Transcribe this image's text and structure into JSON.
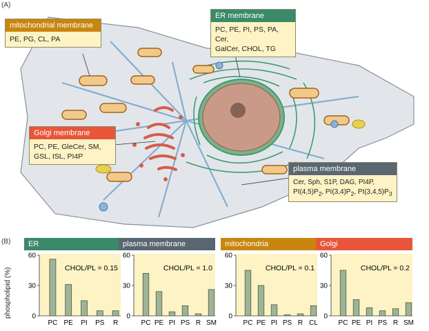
{
  "panel_a_label": "(A)",
  "panel_b_label": "(B)",
  "callouts": {
    "mito": {
      "title": "mitochondrial membrane",
      "lines": [
        "PE, PG, CL, PA"
      ],
      "color": "#c8860e"
    },
    "er": {
      "title": "ER membrane",
      "lines": [
        "PC, PE, PI, PS, PA, Cer,",
        "GalCer, CHOL, TG"
      ],
      "color": "#3a8a6a"
    },
    "golgi": {
      "title": "Golgi membrane",
      "lines": [
        "PC, PE, GleCer, SM,",
        "GSL, ISL, PI4P"
      ],
      "color": "#e8563a"
    },
    "plasma": {
      "title": "plasma membrane",
      "line1": "Cer, Sph, S1P, DAG, PI4P,",
      "line2_html": "PI(4,5)P<sub>2</sub>, PI(3,4)P<sub>2</sub>, PI(3,4,5)P<sub>3</sub>",
      "color": "#5a6670"
    }
  },
  "y_axis_title": "phospholipid (%)",
  "chart_data": [
    {
      "type": "bar",
      "title": "ER",
      "color": "#3a8a6a",
      "annotation": "CHOL/PL = 0.15",
      "categories": [
        "PC",
        "PE",
        "PI",
        "PS",
        "R"
      ],
      "values": [
        56,
        31,
        15,
        5,
        5
      ],
      "ylim": [
        0,
        60
      ],
      "yticks": [
        0,
        30,
        60
      ],
      "ylabel": "phospholipid (%)"
    },
    {
      "type": "bar",
      "title": "plasma membrane",
      "color": "#5a6670",
      "annotation": "CHOL/PL = 1.0",
      "categories": [
        "PC",
        "PE",
        "PI",
        "PS",
        "R",
        "SM"
      ],
      "values": [
        42,
        24,
        4,
        10,
        2,
        26
      ],
      "ylim": [
        0,
        60
      ],
      "yticks": [
        0,
        30,
        60
      ]
    },
    {
      "type": "bar",
      "title": "mitochondria",
      "color": "#c8860e",
      "annotation": "CHOL/PL = 0.1",
      "categories": [
        "PC",
        "PE",
        "PI",
        "PS",
        "R",
        "CL"
      ],
      "values": [
        45,
        30,
        11,
        1,
        2,
        10
      ],
      "ylim": [
        0,
        60
      ],
      "yticks": [
        0,
        30,
        60
      ]
    },
    {
      "type": "bar",
      "title": "Golgi",
      "color": "#e8563a",
      "annotation": "CHOL/PL = 0.2",
      "categories": [
        "PC",
        "PE",
        "PI",
        "PS",
        "R",
        "SM"
      ],
      "values": [
        45,
        16,
        8,
        5,
        7,
        13
      ],
      "ylim": [
        0,
        60
      ],
      "yticks": [
        0,
        30,
        60
      ]
    }
  ]
}
